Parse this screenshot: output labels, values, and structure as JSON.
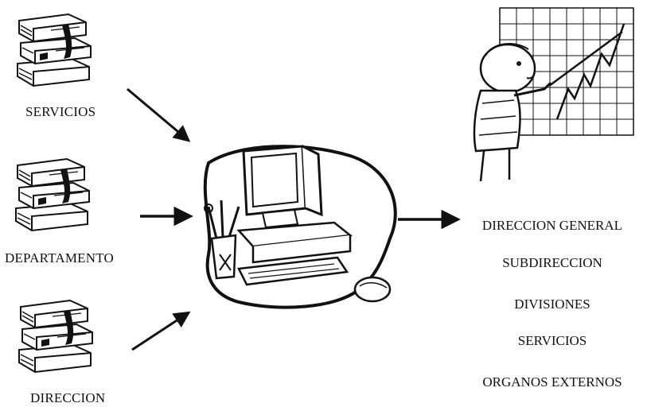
{
  "sources": [
    {
      "label": "SERVICIOS",
      "icon": "book-stack-icon"
    },
    {
      "label": "DEPARTAMENTO",
      "icon": "book-stack-icon"
    },
    {
      "label": "DIRECCION",
      "icon": "book-stack-icon"
    }
  ],
  "hub": {
    "icon": "computer-icon"
  },
  "presenter": {
    "icon": "presenter-chart-icon"
  },
  "outputs": [
    "DIRECCION GENERAL",
    "SUBDIRECCION",
    "DIVISIONES",
    "SERVICIOS",
    "ORGANOS EXTERNOS"
  ],
  "colors": {
    "ink": "#111111",
    "background": "#ffffff"
  }
}
